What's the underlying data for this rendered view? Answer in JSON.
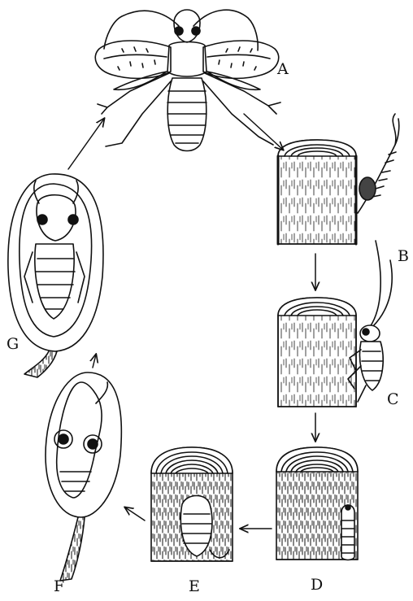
{
  "figure": {
    "labels": {
      "a": "A",
      "b": "B",
      "c": "C",
      "d": "D",
      "e": "E",
      "f": "F",
      "g": "G"
    }
  },
  "colors": {
    "ink": "#111111",
    "paper": "#ffffff"
  }
}
